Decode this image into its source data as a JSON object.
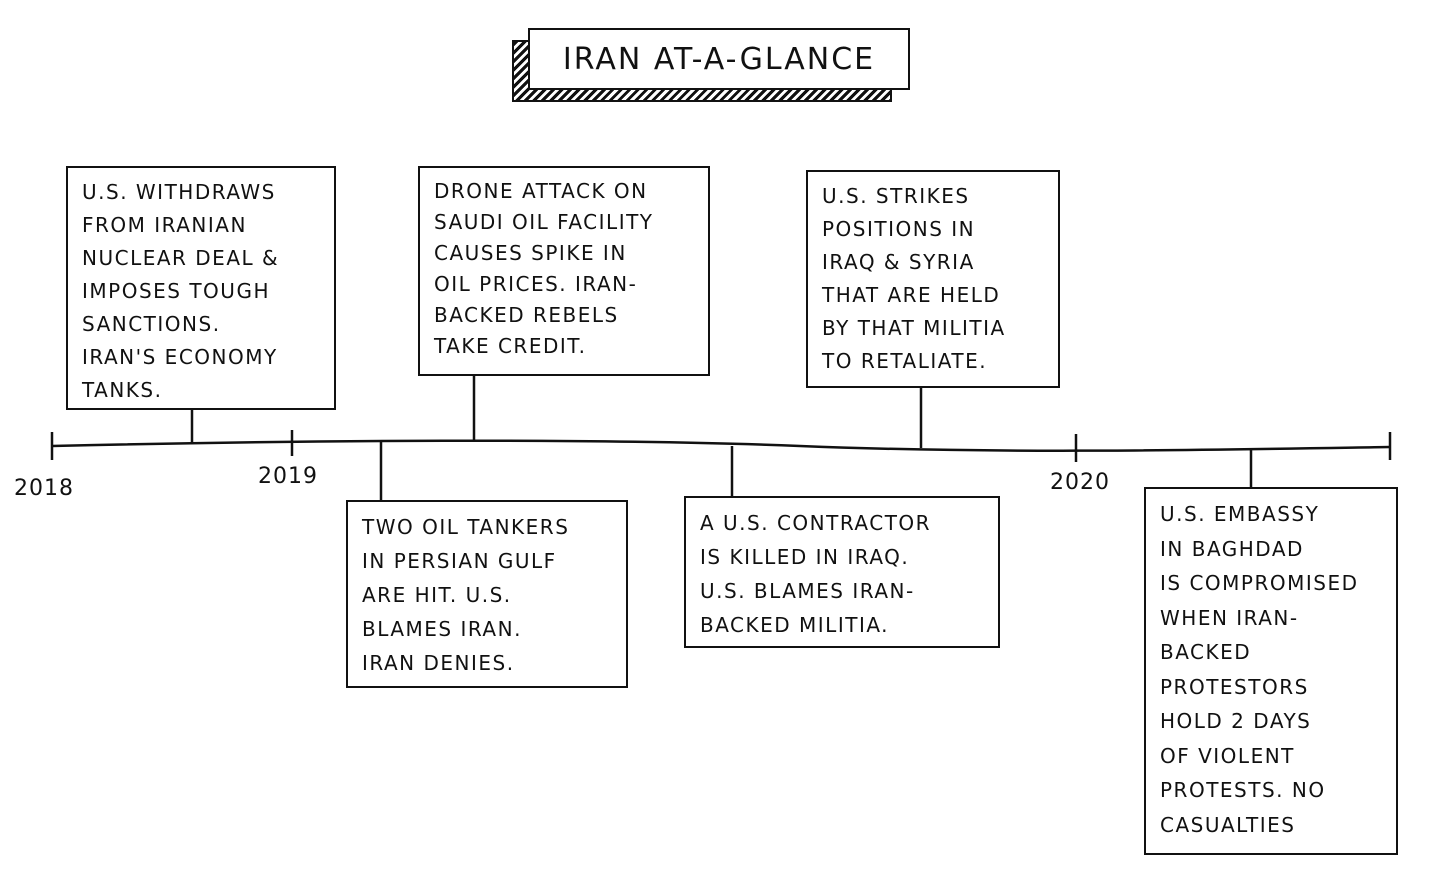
{
  "title": "IRAN AT-A-GLANCE",
  "years": [
    "2018",
    "2019",
    "2020"
  ],
  "events": [
    {
      "text": "U.S. WITHDRAWS\nFROM IRANIAN\nNUCLEAR DEAL &\nIMPOSES TOUGH\nSANCTIONS.\nIRAN'S ECONOMY\nTANKS."
    },
    {
      "text": "TWO OIL TANKERS\nIN PERSIAN GULF\nARE HIT. U.S.\nBLAMES IRAN.\nIRAN DENIES."
    },
    {
      "text": "DRONE ATTACK ON\nSAUDI OIL FACILITY\nCAUSES SPIKE IN\nOIL PRICES. IRAN-\nBACKED REBELS\nTAKE CREDIT."
    },
    {
      "text": "A U.S. CONTRACTOR\nIS KILLED IN IRAQ.\nU.S. BLAMES IRAN-\nBACKED MILITIA."
    },
    {
      "text": "U.S. STRIKES\nPOSITIONS IN\nIRAQ & SYRIA\nTHAT ARE HELD\nBY THAT MILITIA\nTO RETALIATE."
    },
    {
      "text": "U.S. EMBASSY\nIN BAGHDAD\nIS COMPROMISED\nWHEN IRAN-\nBACKED\nPROTESTORS\nHOLD 2 DAYS\nOF VIOLENT\nPROTESTS. NO\nCASUALTIES"
    }
  ]
}
